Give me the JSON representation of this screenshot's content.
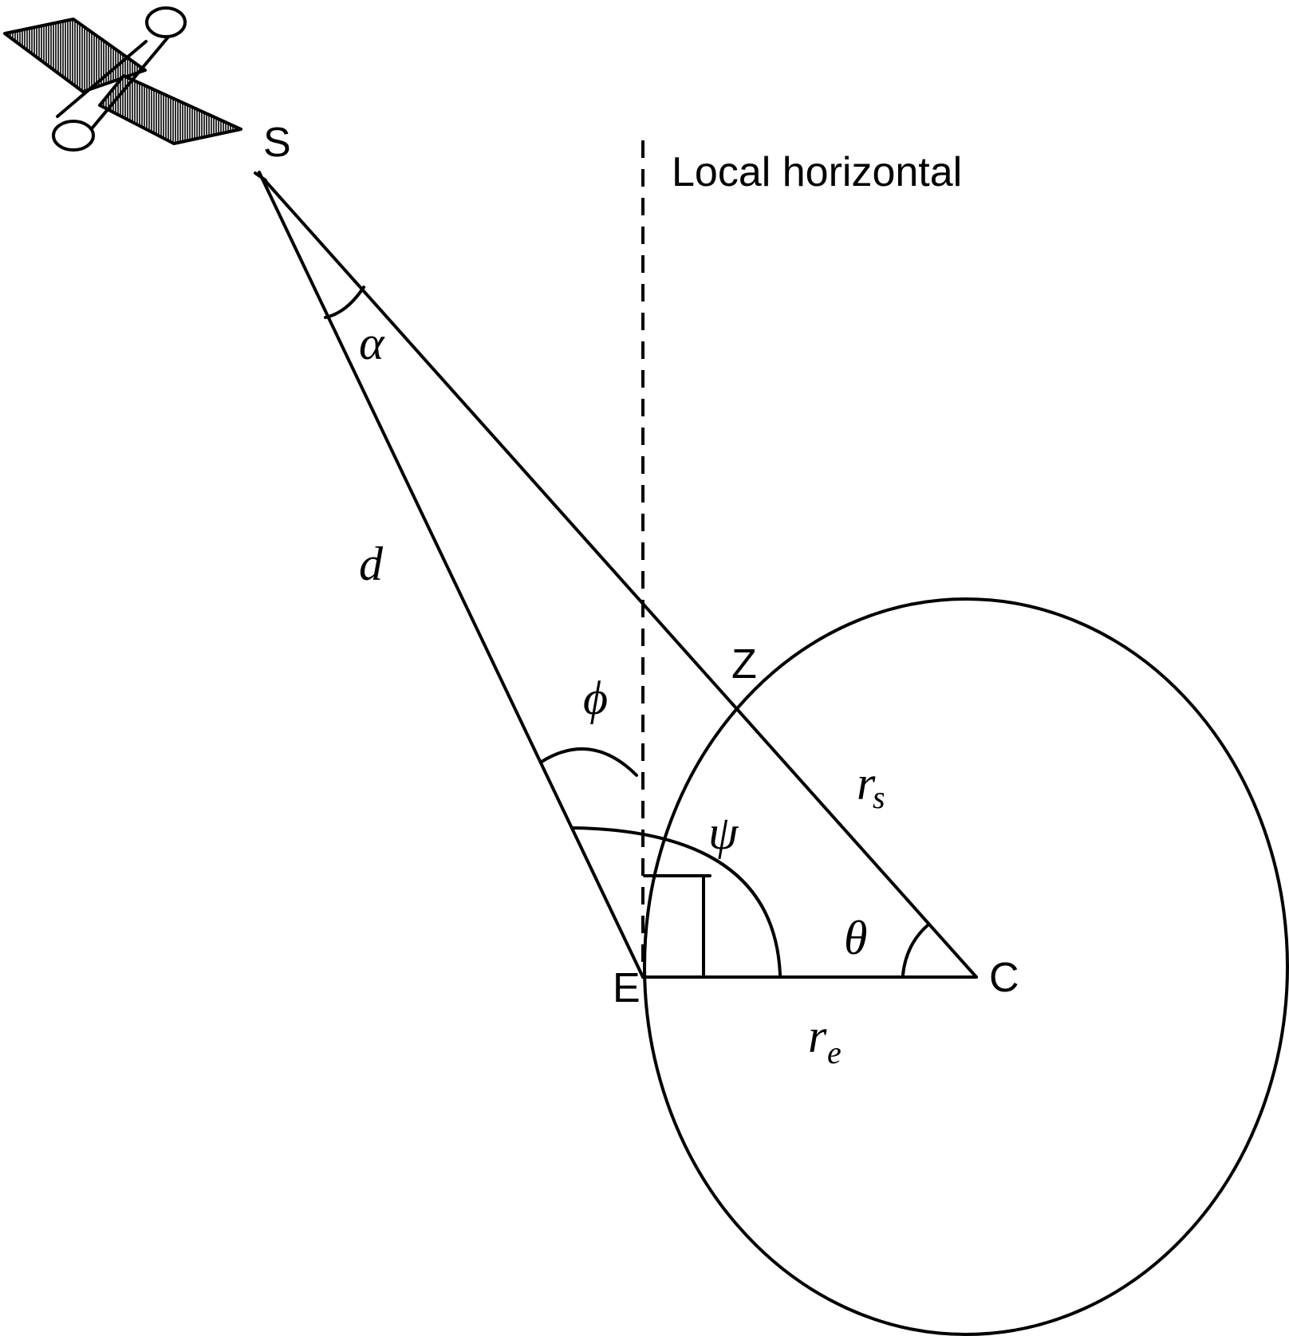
{
  "labels": {
    "satellite_point": "S",
    "earth_point": "E",
    "center_point": "C",
    "zenith_point": "Z",
    "local_horizontal": "Local horizontal",
    "distance": "d",
    "alpha": "α",
    "phi": "ϕ",
    "psi": "ψ",
    "theta": "θ",
    "r_s_main": "r",
    "r_s_sub": "s",
    "r_e_main": "r",
    "r_e_sub": "e"
  },
  "icons": {
    "satellite": "satellite-icon"
  },
  "colors": {
    "stroke": "#000000",
    "background": "#ffffff"
  }
}
